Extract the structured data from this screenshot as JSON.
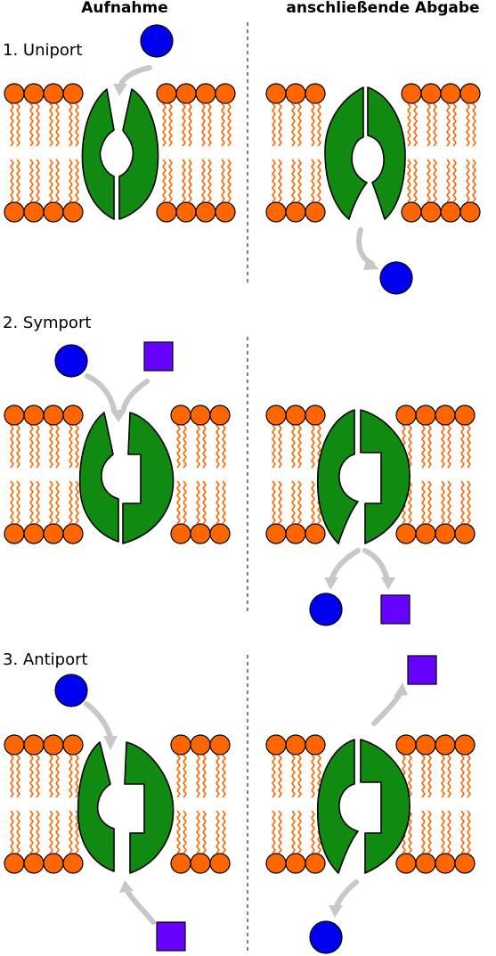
{
  "headers": {
    "left": "Aufnahme",
    "right": "anschließende Abgabe"
  },
  "sections": [
    {
      "label": "1. Uniport"
    },
    {
      "label": "2. Symport"
    },
    {
      "label": "3. Antiport"
    }
  ],
  "colors": {
    "lipid_head": "#ff6600",
    "protein": "#108a10",
    "ion_circle": "#0000ee",
    "ion_square": "#6600ff",
    "arrow": "#c8c8c8"
  }
}
